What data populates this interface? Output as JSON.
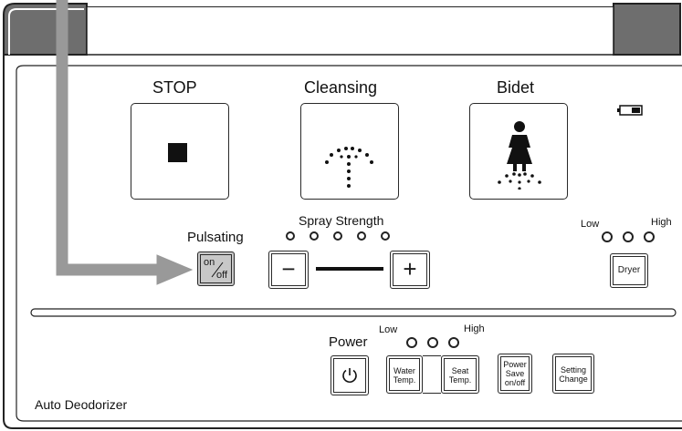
{
  "panel": {
    "stop_label": "STOP",
    "cleansing_label": "Cleansing",
    "bidet_label": "Bidet",
    "pulsating_label": "Pulsating",
    "pulsating_button": {
      "line1": "on",
      "line2": "off"
    },
    "spray_strength_label": "Spray Strength",
    "spray_strength_leds": 5,
    "minus_symbol": "−",
    "plus_symbol": "+",
    "dryer": {
      "low_label": "Low",
      "high_label": "High",
      "button_label": "Dryer"
    },
    "power_label": "Power",
    "temp_levels": {
      "low_label": "Low",
      "high_label": "High"
    },
    "water_temp": {
      "line1": "Water",
      "line2": "Temp."
    },
    "seat_temp": {
      "line1": "Seat",
      "line2": "Temp."
    },
    "power_save": {
      "line1": "Power",
      "line2": "Save",
      "line3": "on/off"
    },
    "setting_change": {
      "line1": "Setting",
      "line2": "Change"
    },
    "auto_deodorizer_label": "Auto Deodorizer"
  },
  "colors": {
    "panel_bg": "#ffffff",
    "outline": "#2a2a2a",
    "arrow": "#999999",
    "corner_fill": "#6e6e6e",
    "highlight_button": "#c8c8c8"
  },
  "icons": {
    "stop": "square-stop-icon",
    "cleansing": "spray-fountain-icon",
    "bidet": "woman-spray-icon",
    "battery": "battery-icon",
    "power": "power-icon"
  }
}
